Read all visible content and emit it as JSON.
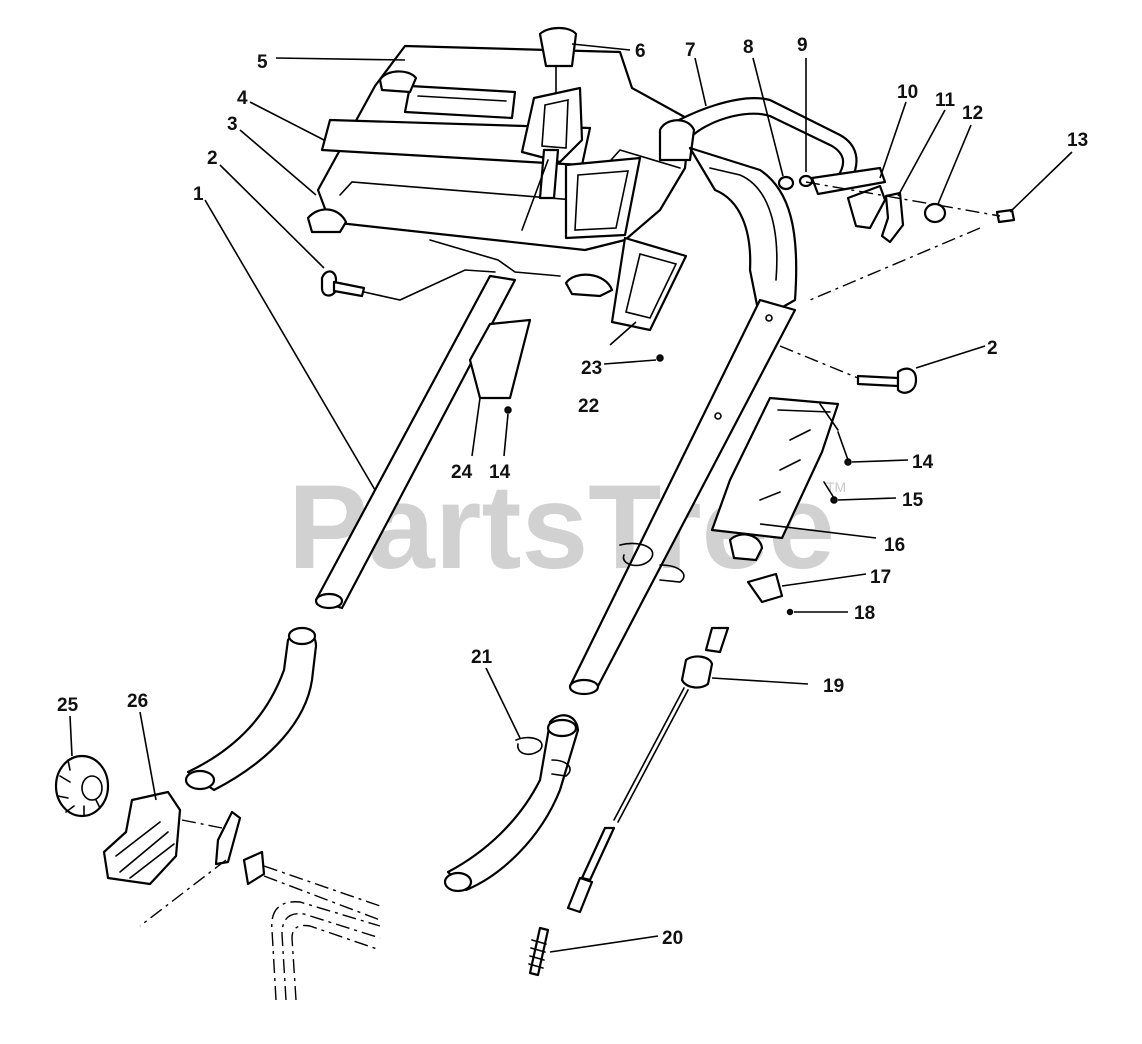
{
  "watermark": {
    "text": "PartsTree",
    "trademark": "TM"
  },
  "callouts": {
    "c1": "1",
    "c2a": "2",
    "c2b": "2",
    "c3": "3",
    "c4": "4",
    "c5": "5",
    "c6": "6",
    "c7": "7",
    "c8": "8",
    "c9": "9",
    "c10": "10",
    "c11": "11",
    "c12": "12",
    "c13": "13",
    "c14a": "14",
    "c14b": "14",
    "c15": "15",
    "c16": "16",
    "c17": "17",
    "c18": "18",
    "c19": "19",
    "c20": "20",
    "c21": "21",
    "c22": "22",
    "c23": "23",
    "c24": "24",
    "c25": "25",
    "c26": "26"
  }
}
